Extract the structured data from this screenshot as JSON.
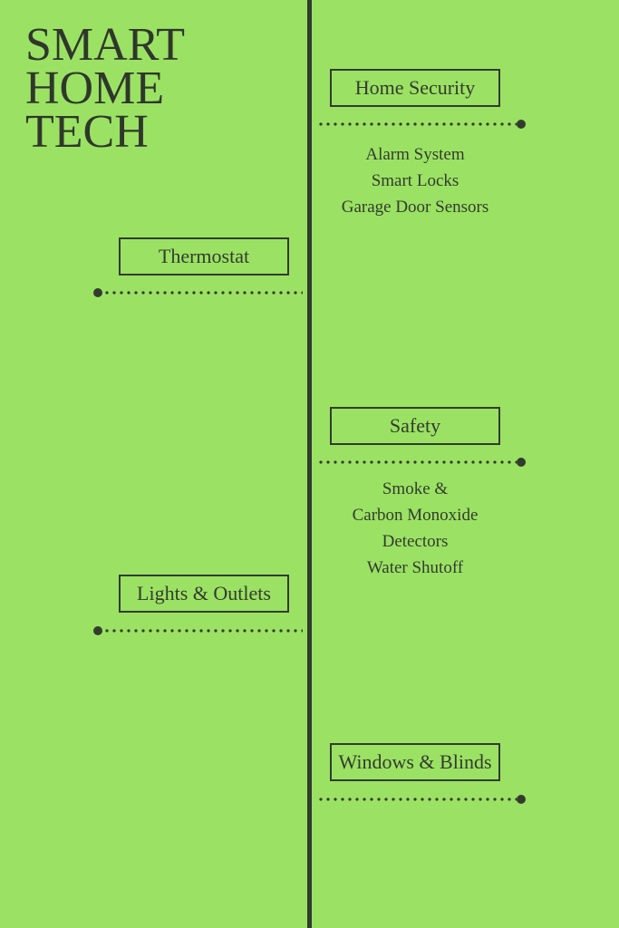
{
  "title": {
    "lines": [
      "SMART",
      "HOME",
      "TECH"
    ]
  },
  "colors": {
    "background": "#9be264",
    "ink": "#333b2e",
    "title_ink": "#2f372b"
  },
  "nodes": [
    {
      "label": "Home Security",
      "side": "right",
      "items": [
        "Alarm System",
        "Smart Locks",
        "Garage Door Sensors"
      ]
    },
    {
      "label": "Thermostat",
      "side": "left",
      "items": []
    },
    {
      "label": "Safety",
      "side": "right",
      "items": [
        "Smoke &",
        "Carbon Monoxide",
        "Detectors",
        "Water Shutoff"
      ]
    },
    {
      "label": "Lights & Outlets",
      "side": "left",
      "items": []
    },
    {
      "label": "Windows & Blinds",
      "side": "right",
      "items": []
    }
  ]
}
